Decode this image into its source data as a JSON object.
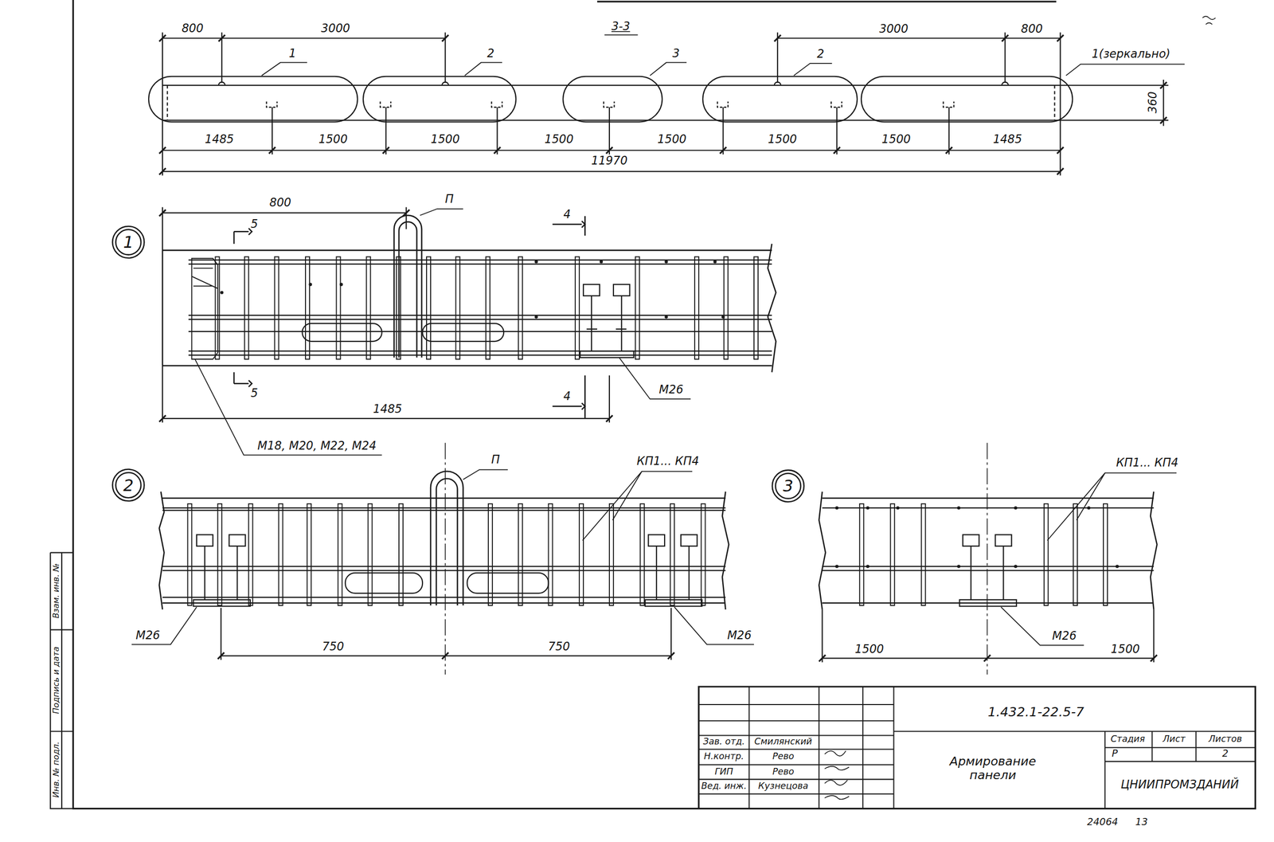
{
  "diagram": {
    "nodes": [
      {
        "text": [
          "1"
        ]
      },
      {
        "text": [
          "2"
        ]
      },
      {
        "text": [
          "3"
        ]
      }
    ],
    "labels": [
      "800",
      "3000",
      "3-3",
      "3000",
      "800",
      "1",
      "2",
      "3",
      "2",
      "1(зеркально)",
      "360",
      "1485",
      "1500",
      "1500",
      "1500",
      "1500",
      "1500",
      "1500",
      "1485",
      "11970",
      "800",
      "П",
      "4",
      "5",
      "5",
      "4",
      "1485",
      "М26",
      "М18, М20, М22, М24",
      "П",
      "КП1... КП4",
      "КП1... КП4",
      "М26",
      "М26",
      "М26",
      "750",
      "750",
      "1500",
      "1500",
      "1.432.1-22.5-7",
      "Зав. отд.",
      "Смилянский",
      "Н.контр.",
      "Рево",
      "ГИП",
      "Рево",
      "Вед. инж.",
      "Кузнецова",
      "Армирование панели",
      "Стадия",
      "Лист",
      "Листов",
      "Р",
      "2",
      "ЦНИИПРОМЗДАНИЙ",
      "24064",
      "13",
      "Инв. № подл.",
      "Подпись и дата",
      "Взам. инв. №"
    ]
  }
}
